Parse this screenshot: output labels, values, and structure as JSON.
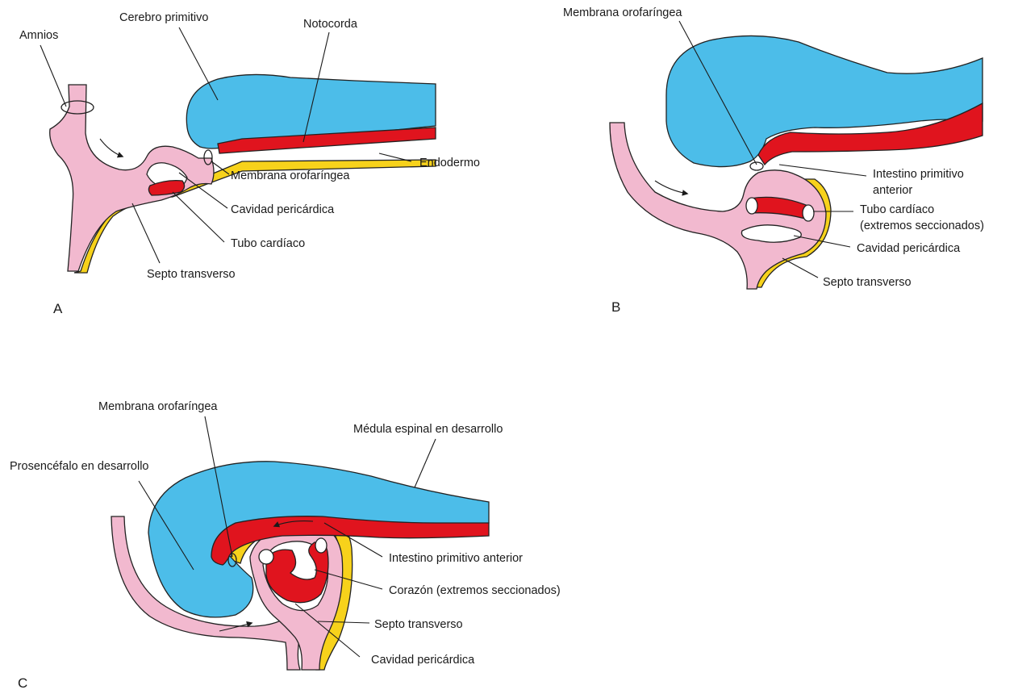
{
  "colors": {
    "neural": "#4cbde9",
    "notochord": "#e0141e",
    "endoderm": "#f7d21b",
    "mesoderm": "#f2b9cf",
    "background": "#ffffff"
  },
  "panels": {
    "A": {
      "letter": "A",
      "labels": {
        "amnios": "Amnios",
        "cerebro": "Cerebro primitivo",
        "notocorda": "Notocorda",
        "endodermo": "Endodermo",
        "membrana": "Membrana orofaríngea",
        "cavidad": "Cavidad pericárdica",
        "tubo": "Tubo cardíaco",
        "septo": "Septo transverso"
      }
    },
    "B": {
      "letter": "B",
      "labels": {
        "membrana": "Membrana orofaríngea",
        "intestino_1": "Intestino primitivo",
        "intestino_2": "anterior",
        "tubo_1": "Tubo cardíaco",
        "tubo_2": "(extremos seccionados)",
        "cavidad": "Cavidad pericárdica",
        "septo": "Septo transverso"
      }
    },
    "C": {
      "letter": "C",
      "labels": {
        "membrana": "Membrana orofaríngea",
        "medula": "Médula espinal en desarrollo",
        "prosencefalo": "Prosencéfalo en desarrollo",
        "intestino": "Intestino primitivo anterior",
        "corazon": "Corazón (extremos seccionados)",
        "septo": "Septo transverso",
        "cavidad": "Cavidad pericárdica"
      }
    }
  }
}
